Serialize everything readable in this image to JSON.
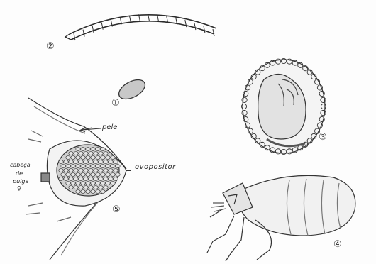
{
  "labels": {
    "pele": "pele",
    "ovopositor": "ovopositor",
    "cabeca": "cabeça",
    "de": "de",
    "pulga": "pulga",
    "female_symbol": "♀"
  },
  "numbers": {
    "larva": "②",
    "egg": "①",
    "pupa": "③",
    "adult": "④",
    "tunga": "⑤"
  },
  "colors": {
    "stroke": "#2b2b2b",
    "shade": "#9a9a9a",
    "background": "#fdfdfd"
  }
}
